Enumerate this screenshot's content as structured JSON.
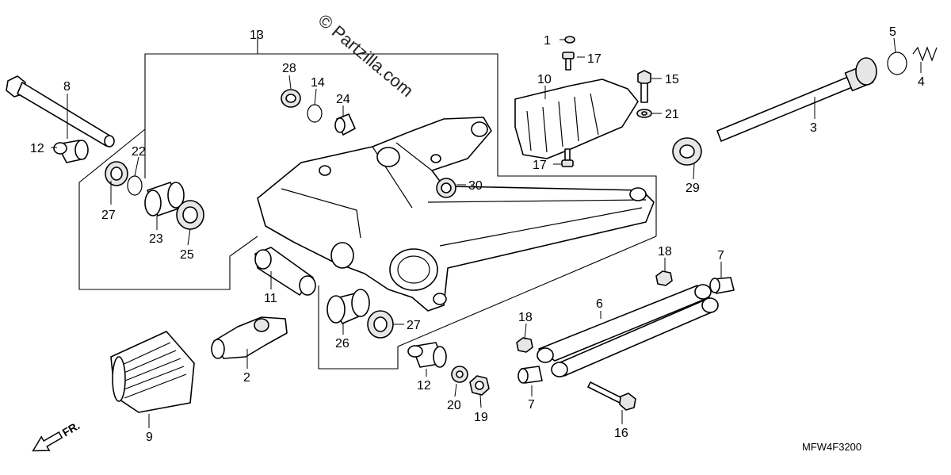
{
  "watermark": "© Partzilla.com",
  "diagram_code": "MFW4F3200",
  "front_marker": "FR.",
  "callouts": {
    "c1": "1",
    "c2": "2",
    "c3": "3",
    "c4": "4",
    "c5": "5",
    "c6": "6",
    "c7a": "7",
    "c7b": "7",
    "c8": "8",
    "c9": "9",
    "c10": "10",
    "c11": "11",
    "c12a": "12",
    "c12b": "12",
    "c13": "13",
    "c14": "14",
    "c15": "15",
    "c16": "16",
    "c17a": "17",
    "c17b": "17",
    "c18a": "18",
    "c18b": "18",
    "c19": "19",
    "c20": "20",
    "c21": "21",
    "c22": "22",
    "c23": "23",
    "c24": "24",
    "c25": "25",
    "c26": "26",
    "c27a": "27",
    "c27b": "27",
    "c28": "28",
    "c29": "29",
    "c30": "30"
  }
}
